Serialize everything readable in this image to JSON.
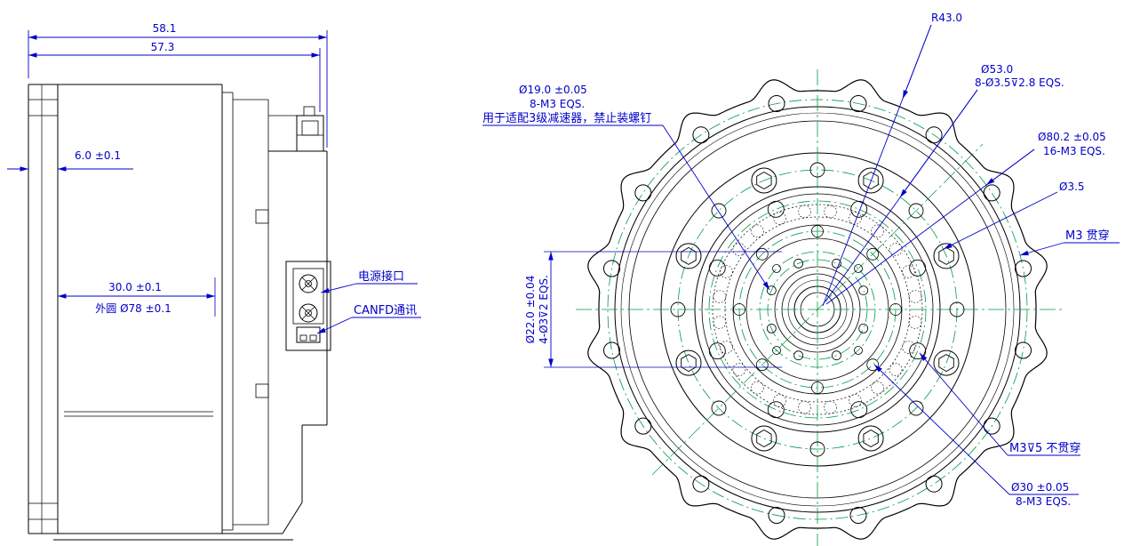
{
  "drawing": {
    "type": "engineering-drawing",
    "views": [
      "side-view",
      "front-view"
    ]
  },
  "colors": {
    "outline": "#000000",
    "dimension": "#0000c8",
    "pitch_circle": "#009a44"
  },
  "side_view": {
    "dim_width_total": "58.1",
    "dim_width_body": "57.3",
    "dim_flange": "6.0 ±0.1",
    "dim_depth": "30.0 ±0.1",
    "dim_outer_dia": "外圆 Ø78 ±0.1",
    "label_power": "电源接口",
    "label_canfd": "CANFD通讯"
  },
  "front_view": {
    "dim_r43": "R43.0",
    "dim_d53": "Ø53.0",
    "dim_d53_sub": "8-Ø3.5⊽2.8 EQS.",
    "dim_d80": "Ø80.2 ±0.05",
    "dim_d80_sub": "16-M3 EQS.",
    "dim_d35": "Ø3.5",
    "dim_m3_through": "M3 贯穿",
    "dim_d19": "Ø19.0 ±0.05",
    "dim_d19_sub": "8-M3 EQS.",
    "dim_d19_note": "用于适配3级减速器，禁止装螺钉",
    "dim_d22": "Ø22.0 ±0.04",
    "dim_d22_sub": "4-Ø3⊽2 EQS.",
    "dim_m3_blind": "M3⊽5 不贯穿",
    "dim_d30": "Ø30 ±0.05",
    "dim_d30_sub": "8-M3 EQS."
  }
}
